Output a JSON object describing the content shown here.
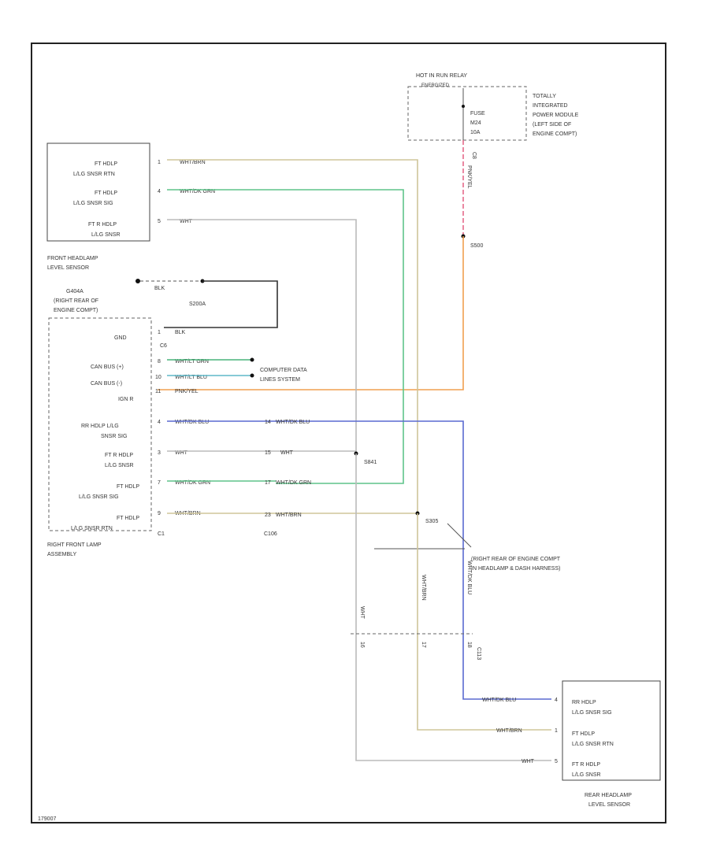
{
  "diagram_id": "179007",
  "relay": {
    "title": "HOT IN RUN RELAY",
    "sub": "ENERGIZED",
    "fuse": [
      "FUSE",
      "M24",
      "10A"
    ],
    "pin": "C8",
    "module": [
      "TOTALLY",
      "INTEGRATED",
      "POWER MODULE",
      "(LEFT SIDE OF",
      "ENGINE COMPT)"
    ]
  },
  "front_sensor": {
    "name": [
      "FRONT HEADLAMP",
      "LEVEL SENSOR"
    ],
    "rows": [
      {
        "label": [
          "FT HDLP",
          "L/LG SNSR RTN"
        ],
        "pin": "1",
        "wire": "WHT/BRN"
      },
      {
        "label": [
          "FT HDLP",
          "L/LG SNSR SIG"
        ],
        "pin": "4",
        "wire": "WHT/DK GRN"
      },
      {
        "label": [
          "FT R HDLP",
          "L/LG SNSR"
        ],
        "pin": "5",
        "wire": "WHT"
      }
    ]
  },
  "ground": {
    "name": [
      "G404A",
      "(RIGHT REAR OF",
      "ENGINE COMPT)"
    ],
    "wire": "BLK",
    "splice": "S200A"
  },
  "right_lamp": {
    "name": [
      "RIGHT FRONT LAMP",
      "ASSEMBLY"
    ],
    "connector_top": "C6",
    "connector_bottom": "C1",
    "rows": [
      {
        "label": [
          "GND"
        ],
        "pin": "1",
        "wire": "BLK"
      },
      {
        "label": [
          "CAN BUS (+)"
        ],
        "pin": "8",
        "wire": "WHT/LT GRN"
      },
      {
        "label": [
          "CAN BUS (-)"
        ],
        "pin": "10",
        "wire": "WHT/LT BLU"
      },
      {
        "label": [
          "IGN R"
        ],
        "pin": "11",
        "wire": "PNK/YEL"
      },
      {
        "label": [
          "RR HDLP L/LG",
          "SNSR SIG"
        ],
        "pin": "4",
        "wire": "WHT/DK BLU",
        "c2": "14",
        "wire2": "WHT/DK BLU"
      },
      {
        "label": [
          "FT R HDLP",
          "L/LG SNSR"
        ],
        "pin": "3",
        "wire": "WHT",
        "c2": "15",
        "wire2": "WHT"
      },
      {
        "label": [
          "FT HDLP",
          "L/LG SNSR SIG"
        ],
        "pin": "7",
        "wire": "WHT/DK GRN",
        "c2": "17",
        "wire2": "WHT/DK GRN"
      },
      {
        "label": [
          "FT HDLP",
          "L/LG SNSR RTN"
        ],
        "pin": "9",
        "wire": "WHT/BRN",
        "c2": "23",
        "wire2": "WHT/BRN"
      }
    ],
    "c2_name": "C106"
  },
  "data_lines": [
    "COMPUTER DATA",
    "LINES SYSTEM"
  ],
  "fuse_wire": "PNK/YEL",
  "splice_s500": "S500",
  "splice_s841": "S841",
  "splice_s305": "S305",
  "location": [
    "(RIGHT REAR OF ENGINE COMPT",
    "IN HEADLAMP & DASH HARNESS)"
  ],
  "vertical_wires": [
    "WHT",
    "WHT/BRN",
    "WHT/DK BLU"
  ],
  "c113": "C113",
  "c113_pins": [
    "16",
    "17",
    "18"
  ],
  "rear_sensor": {
    "name": [
      "REAR HEADLAMP",
      "LEVEL SENSOR"
    ],
    "rows": [
      {
        "label": [
          "RR HDLP",
          "L/LG SNSR SIG"
        ],
        "pin": "4",
        "wire": "WHT/DK BLU"
      },
      {
        "label": [
          "FT HDLP",
          "L/LG SNSR RTN"
        ],
        "pin": "1",
        "wire": "WHT/BRN"
      },
      {
        "label": [
          "FT R HDLP",
          "L/LG SNSR"
        ],
        "pin": "5",
        "wire": "WHT"
      }
    ]
  },
  "colors": {
    "wht_brn": "#cfc59a",
    "wht_grn": "#5fc48a",
    "wht": "#bbbbbb",
    "pnk_yel": "#f0a050",
    "pink": "#e46a8a",
    "blue": "#5a6ad0",
    "lt_grn": "#49b37a",
    "lt_blu": "#5fb8c8",
    "blk": "#333333"
  }
}
